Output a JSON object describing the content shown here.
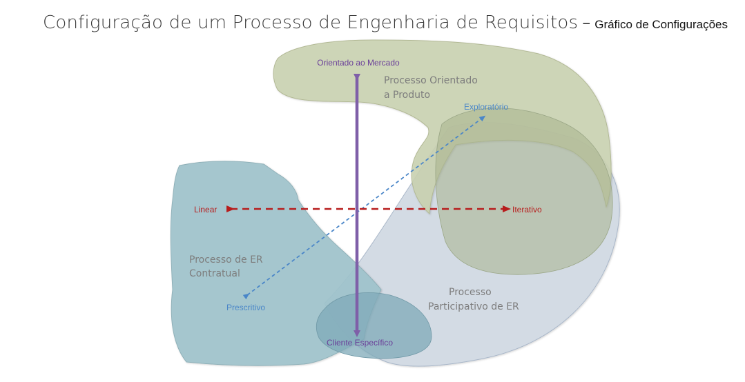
{
  "title": {
    "main": "Configuração de um Processo de Engenharia de Requisitos",
    "separator": "–",
    "sub": "Gráfico de Configurações"
  },
  "regions": {
    "product": [
      "Processo Orientado",
      "a Produto"
    ],
    "contract": [
      "Processo de ER",
      "Contratual"
    ],
    "participative": [
      "Processo",
      "Participativo de ER"
    ]
  },
  "axes": {
    "market": "Orientado ao Mercado",
    "client": "Cliente Específico",
    "linear": "Linear",
    "iterative": "Iterativo",
    "exploratory": "Exploratório",
    "prescriptive": "Prescritivo"
  },
  "colors": {
    "purple": "#7f5fa8",
    "red": "#b71c1c",
    "blue": "#4a86c8",
    "green_fill": "#c9d1b0",
    "teal_fill": "#a6c6cf",
    "lavender_fill": "#cfd8e3"
  }
}
